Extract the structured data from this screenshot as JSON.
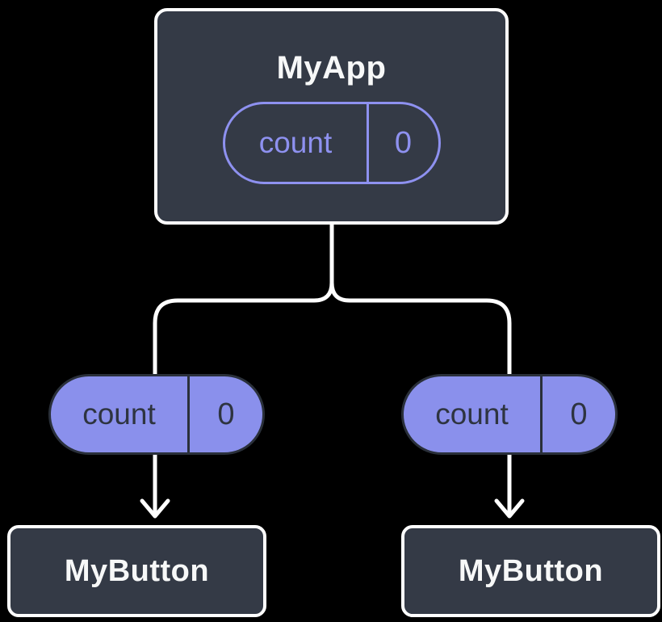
{
  "colors": {
    "background": "#000000",
    "node_fill": "#343A46",
    "node_border": "#FFFFFF",
    "node_text": "#F7F8F8",
    "pill_fill": "#8A90EC",
    "pill_border": "#2A303A",
    "pill_text": "#2E3440",
    "state_pill_accent": "#8E91F0",
    "connector": "#FFFFFF"
  },
  "tree": {
    "root": {
      "title": "MyApp",
      "state": {
        "label": "count",
        "value": "0"
      }
    },
    "children": [
      {
        "title": "MyButton",
        "prop": {
          "label": "count",
          "value": "0"
        }
      },
      {
        "title": "MyButton",
        "prop": {
          "label": "count",
          "value": "0"
        }
      }
    ]
  }
}
